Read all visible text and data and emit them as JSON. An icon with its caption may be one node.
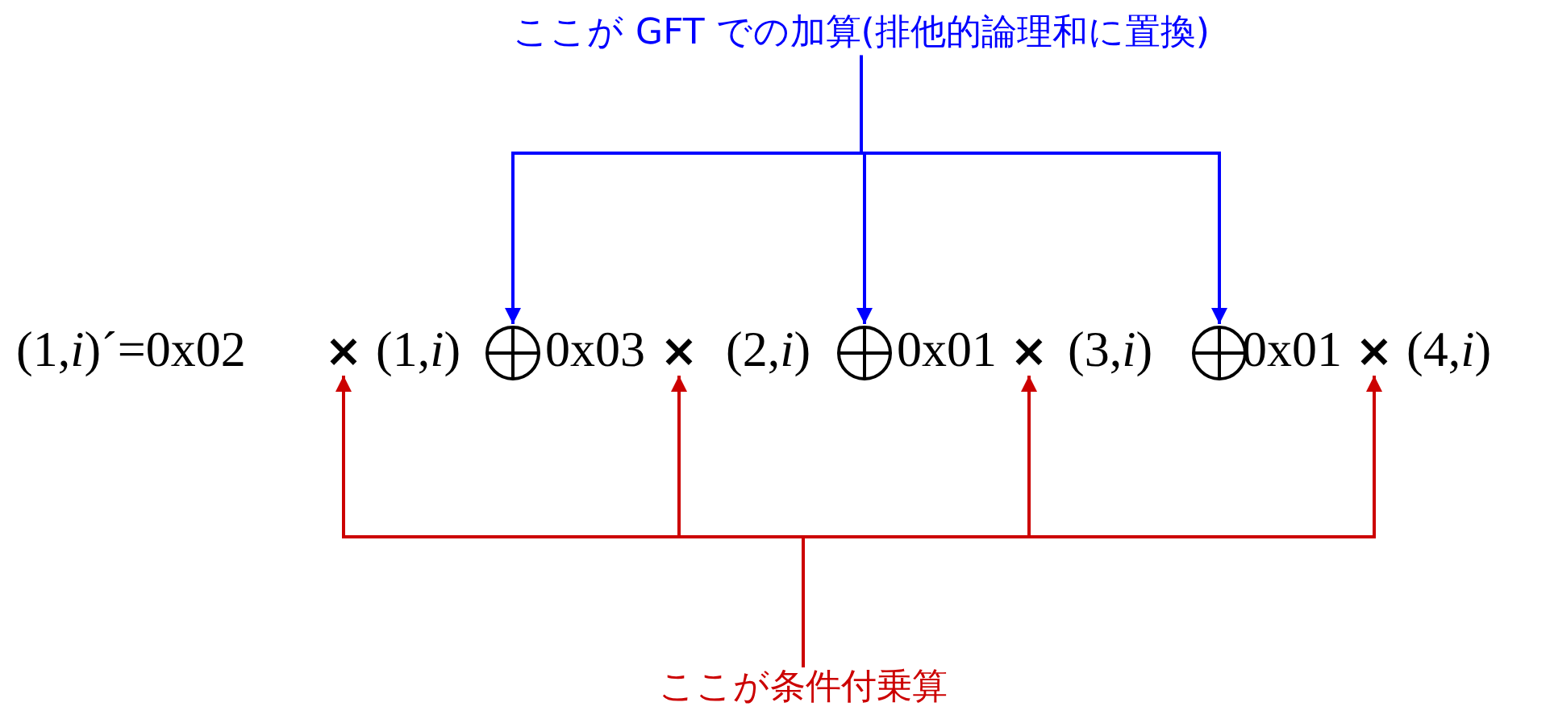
{
  "diagram": {
    "nodes": [
      {
        "text": [
          "ここが GFT での加算(排他的論理和に置換)"
        ]
      },
      {
        "text": [
          "×"
        ]
      },
      {
        "text": [],
        "shape": "circle"
      },
      {
        "text": [
          "×"
        ]
      },
      {
        "text": [],
        "shape": "circle"
      },
      {
        "text": [
          "×"
        ]
      },
      {
        "text": [],
        "shape": "circle"
      },
      {
        "text": [
          "×"
        ]
      },
      {
        "text": [
          "ここが条件付乗算"
        ]
      }
    ],
    "edges": [
      {
        "from": 0,
        "to": 2,
        "arrow": "to",
        "color": "#0000ff"
      },
      {
        "from": 0,
        "to": 4,
        "arrow": "to",
        "color": "#0000ff"
      },
      {
        "from": 0,
        "to": 6,
        "arrow": "to",
        "color": "#0000ff"
      },
      {
        "from": 8,
        "to": 1,
        "arrow": "to"
      },
      {
        "from": 8,
        "to": 3,
        "arrow": "to"
      },
      {
        "from": 8,
        "to": 5,
        "arrow": "to"
      },
      {
        "from": 8,
        "to": 7,
        "arrow": "to"
      }
    ],
    "labels": [
      "(1,*i*)´=0x02",
      "(1,*i*)",
      "0x03",
      "(2,*i*)",
      "0x01",
      "(3,*i*)",
      "0x01",
      "(4,*i*)"
    ]
  }
}
